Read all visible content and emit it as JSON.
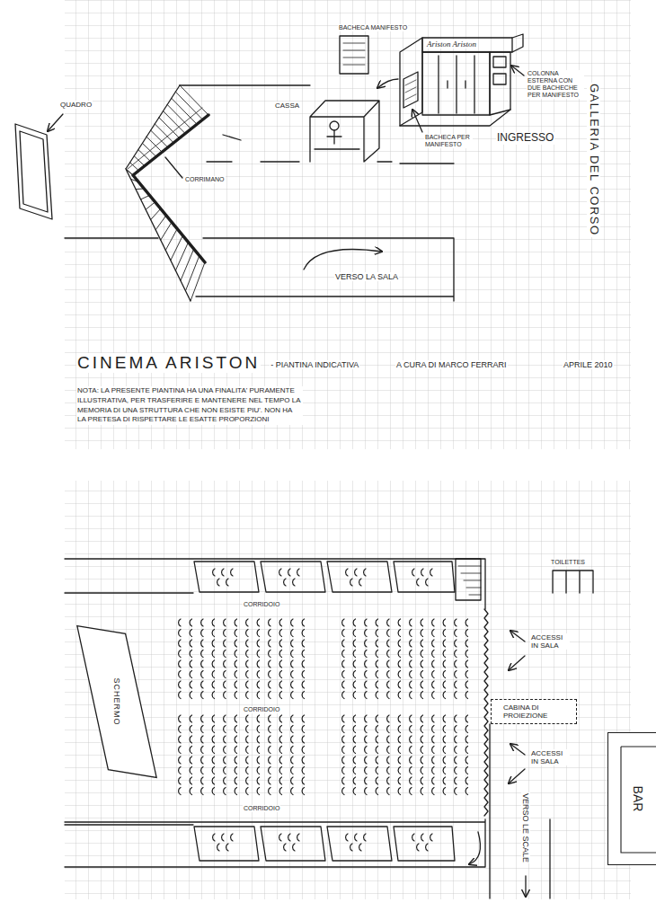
{
  "diagram": {
    "title": "CINEMA ARISTON",
    "nodes": [
      {
        "text": [
          "SCHERMO"
        ]
      },
      {
        "text": [
          "CABINA DI PROIEZIONE"
        ]
      },
      {
        "text": [
          "BAR"
        ]
      }
    ],
    "labels": [
      "QUADRO",
      "BACHECA MANIFESTO",
      "Ariston Ariston",
      "CASSA",
      "COLONNA ESTERNA CON DUE BACHECHE PER MANIFESTO",
      "BACHECA PER MANIFESTO",
      "INGRESSO",
      "GALLERIA DEL CORSO",
      "CORRIMANO",
      "VERSO LA SALA",
      "- PIANTINA INDICATIVA",
      "A CURA DI MARCO FERRARI",
      "APRILE 2010",
      "NOTA: LA PRESENTE PIANTINA HA UNA FINALITA' PURAMENTE ILLUSTRATIVA, PER TRASFERIRE E MANTENERE NEL TEMPO LA MEMORIA DI UNA STRUTTURA CHE NON ESISTE PIU'. NON HA LA PRETESA DI RISPETTARE LE ESATTE PROPORZIONI",
      "TOILETTES",
      "CORRIDOIO",
      "CORRIDOIO",
      "CORRIDOIO",
      "ACCESSI IN SALA",
      "ACCESSI IN SALA",
      "VERSO LE SCALE"
    ]
  }
}
